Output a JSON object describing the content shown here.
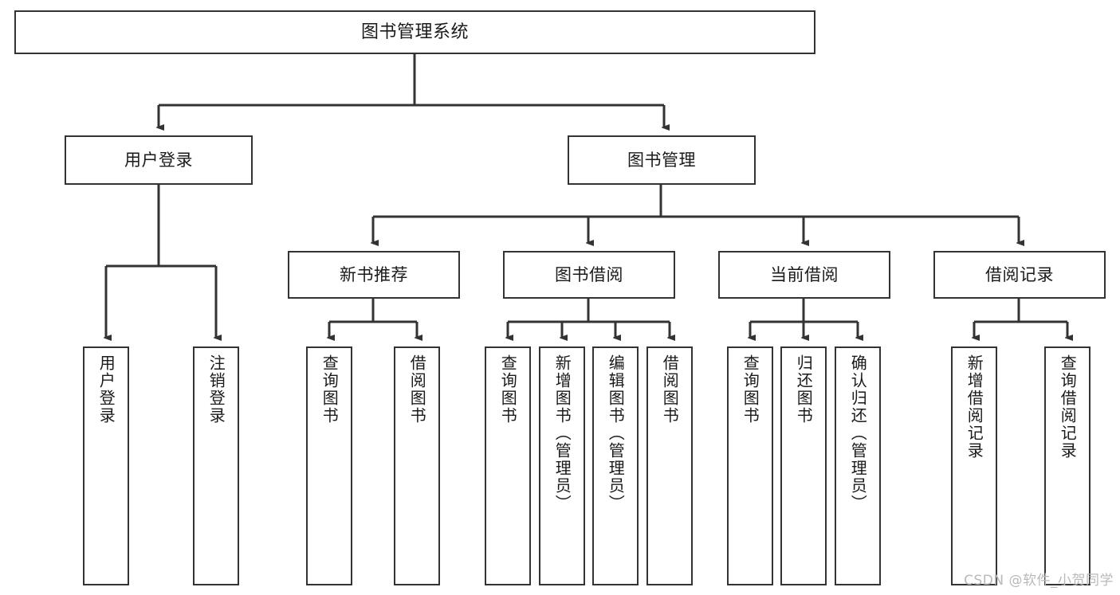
{
  "diagram": {
    "type": "tree",
    "title": "图书管理系统",
    "watermark": "CSDN @软件_小贺同学",
    "colors": {
      "node_border": "#333333",
      "node_fill": "#ffffff",
      "connector": "#333333",
      "text": "#1a1a1a",
      "watermark": "#b9b9b9",
      "background": "#ffffff"
    }
  },
  "nodes": {
    "root": {
      "label": "图书管理系统",
      "level": 1
    },
    "level2": [
      {
        "id": "user-login",
        "label": "用户登录",
        "level": 2
      },
      {
        "id": "book-management",
        "label": "图书管理",
        "level": 2
      }
    ],
    "level3": [
      {
        "id": "new-book-recommend",
        "label": "新书推荐",
        "level": 3,
        "parent": "book-management"
      },
      {
        "id": "book-borrow",
        "label": "图书借阅",
        "level": 3,
        "parent": "book-management"
      },
      {
        "id": "current-borrow",
        "label": "当前借阅",
        "level": 3,
        "parent": "book-management"
      },
      {
        "id": "borrow-record",
        "label": "借阅记录",
        "level": 3,
        "parent": "book-management"
      }
    ],
    "level4": [
      {
        "id": "leaf-user-login",
        "label": "用户登录",
        "level": 4,
        "parent": "user-login"
      },
      {
        "id": "leaf-user-logout",
        "label": "注销登录",
        "level": 4,
        "parent": "user-login"
      },
      {
        "id": "leaf-query-book-rec",
        "label": "查询图书",
        "level": 4,
        "parent": "new-book-recommend"
      },
      {
        "id": "leaf-borrow-book-rec",
        "label": "借阅图书",
        "level": 4,
        "parent": "new-book-recommend"
      },
      {
        "id": "leaf-query-book-bor",
        "label": "查询图书",
        "level": 4,
        "parent": "book-borrow"
      },
      {
        "id": "leaf-add-book",
        "label": "新增图书（管理员）",
        "level": 4,
        "parent": "book-borrow"
      },
      {
        "id": "leaf-edit-book",
        "label": "编辑图书（管理员）",
        "level": 4,
        "parent": "book-borrow"
      },
      {
        "id": "leaf-borrow-book",
        "label": "借阅图书",
        "level": 4,
        "parent": "book-borrow"
      },
      {
        "id": "leaf-query-book-cur",
        "label": "查询图书",
        "level": 4,
        "parent": "current-borrow"
      },
      {
        "id": "leaf-return-book",
        "label": "归还图书",
        "level": 4,
        "parent": "current-borrow"
      },
      {
        "id": "leaf-confirm-return",
        "label": "确认归还（管理员）",
        "level": 4,
        "parent": "current-borrow"
      },
      {
        "id": "leaf-add-record",
        "label": "新增借阅记录",
        "level": 4,
        "parent": "borrow-record"
      },
      {
        "id": "leaf-query-record",
        "label": "查询借阅记录",
        "level": 4,
        "parent": "borrow-record"
      }
    ]
  },
  "edges": [
    {
      "from": "root",
      "to": "user-login"
    },
    {
      "from": "root",
      "to": "book-management"
    },
    {
      "from": "user-login",
      "to": "leaf-user-login"
    },
    {
      "from": "user-login",
      "to": "leaf-user-logout"
    },
    {
      "from": "book-management",
      "to": "new-book-recommend"
    },
    {
      "from": "book-management",
      "to": "book-borrow"
    },
    {
      "from": "book-management",
      "to": "current-borrow"
    },
    {
      "from": "book-management",
      "to": "borrow-record"
    },
    {
      "from": "new-book-recommend",
      "to": "leaf-query-book-rec"
    },
    {
      "from": "new-book-recommend",
      "to": "leaf-borrow-book-rec"
    },
    {
      "from": "book-borrow",
      "to": "leaf-query-book-bor"
    },
    {
      "from": "book-borrow",
      "to": "leaf-add-book"
    },
    {
      "from": "book-borrow",
      "to": "leaf-edit-book"
    },
    {
      "from": "book-borrow",
      "to": "leaf-borrow-book"
    },
    {
      "from": "current-borrow",
      "to": "leaf-query-book-cur"
    },
    {
      "from": "current-borrow",
      "to": "leaf-return-book"
    },
    {
      "from": "current-borrow",
      "to": "leaf-confirm-return"
    },
    {
      "from": "borrow-record",
      "to": "leaf-add-record"
    },
    {
      "from": "borrow-record",
      "to": "leaf-query-record"
    }
  ]
}
